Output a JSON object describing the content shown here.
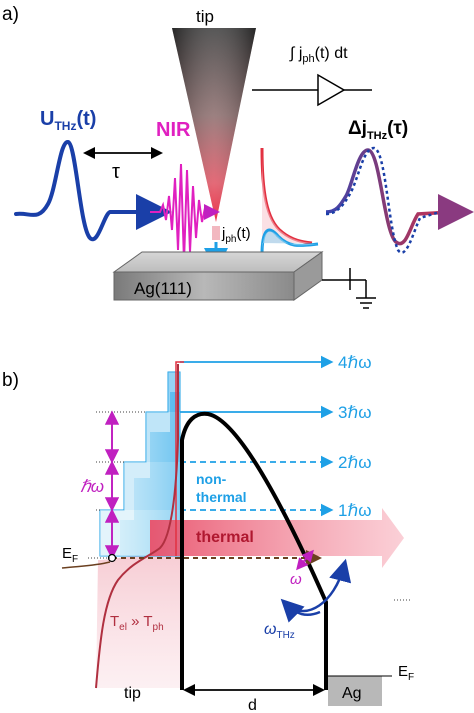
{
  "panel_a": {
    "label": "a)",
    "tip_label": "tip",
    "integral_label_prefix": "∫ j",
    "integral_label_sub": "ph",
    "integral_label_suffix": "(t) dt",
    "u_thz_main": "U",
    "u_thz_sub": "THz",
    "u_thz_suffix": "(t)",
    "tau_label": "τ",
    "nir_label": "NIR",
    "delta_j_main": "Δj",
    "delta_j_sub": "THz",
    "delta_j_suffix": "(τ)",
    "jph_main": "j",
    "jph_sub": "ph",
    "jph_suffix": "(t)",
    "substrate_label": "Ag(111)"
  },
  "panel_b": {
    "label": "b)",
    "level_4": "4ℏω",
    "level_3": "3ℏω",
    "level_2": "2ℏω",
    "level_1": "1ℏω",
    "hbar_omega": "ℏω",
    "non_thermal_line1": "non-",
    "non_thermal_line2": "thermal",
    "thermal_label": "thermal",
    "fermi_left_main": "E",
    "fermi_left_sub": "F",
    "fermi_right_main": "E",
    "fermi_right_sub": "F",
    "omega_label": "ω",
    "omega_thz_main": "ω",
    "omega_thz_sub": "THz",
    "temp_main1": "T",
    "temp_sub1": "el",
    "temp_mid": " » T",
    "temp_sub2": "ph",
    "tip_label": "tip",
    "gap_label": "d",
    "ag_label": "Ag"
  },
  "colors": {
    "thz_blue": "#1a3fa8",
    "nir_magenta": "#e020c0",
    "cyan": "#1ea0e6",
    "red": "#d02030",
    "dark_red": "#b03040",
    "brown": "#6b4020"
  }
}
